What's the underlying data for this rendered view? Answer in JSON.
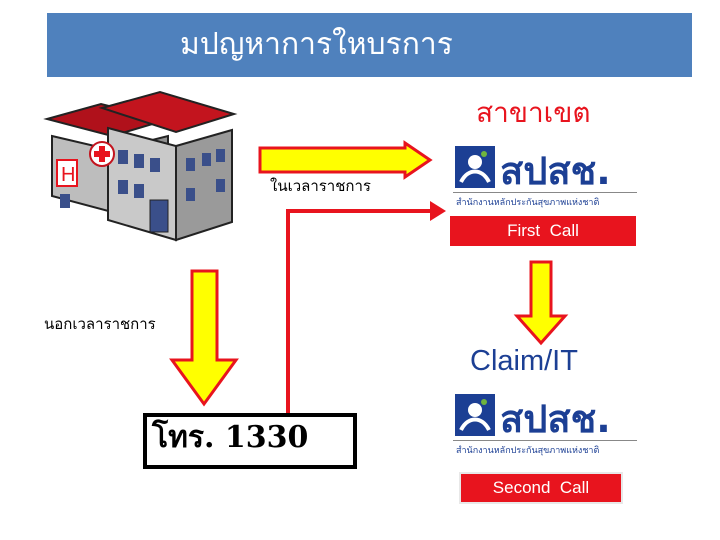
{
  "header": {
    "title": "มปญหาการใหบรการ"
  },
  "region": {
    "label": "สาขาเขต"
  },
  "logos": {
    "name": "สปสช.",
    "subtitle": "สำนักงานหลักประกันสุขภาพแห่งชาติ"
  },
  "calls": {
    "first": "First  Call",
    "second": "Second  Call"
  },
  "claim": {
    "label": "Claim/IT"
  },
  "paths": {
    "office_hours": "ในเวลาราชการ",
    "after_hours": "นอกเวลาราชการ"
  },
  "phone": {
    "label": "โทร. 1330"
  },
  "colors": {
    "accent_blue": "#4f81bd",
    "alert_red": "#e8141e",
    "arrow_yellow": "#ffff00",
    "logo_blue": "#1c3f94"
  },
  "icons": [
    "hospital-building-icon",
    "nhso-emblem-icon"
  ]
}
